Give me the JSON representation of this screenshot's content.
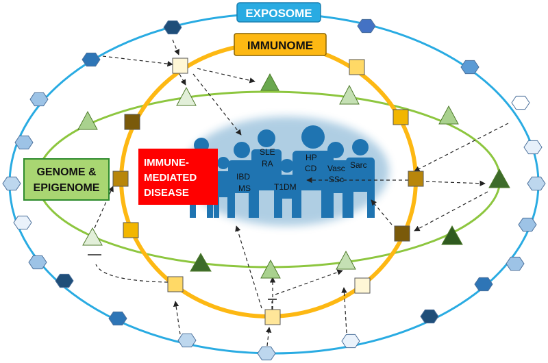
{
  "labels": {
    "exposome": "EXPOSOME",
    "immunome": "IMMUNOME",
    "genome_line1": "GENOME &",
    "genome_line2": "EPIGENOME",
    "disease_line1": "IMMUNE-",
    "disease_line2": "MEDIATED",
    "disease_line3": "DISEASE"
  },
  "diseases": {
    "ibd": "IBD",
    "ms": "MS",
    "sle": "SLE",
    "ra": "RA",
    "t1dm": "T1DM",
    "hp": "HP",
    "cd": "CD",
    "vasc": "Vasc",
    "ssc": "SSc",
    "sarc": "Sarc"
  },
  "colors": {
    "exposome_ring": "#29abe2",
    "immunome_ring": "#fdb813",
    "genome_ring": "#8dc63f",
    "exposome_label_bg": "#29abe2",
    "immunome_label_bg": "#fdb813",
    "genome_label_bg": "#a9d672",
    "disease_label_bg": "#ff0000",
    "people": "#1f74b1"
  }
}
